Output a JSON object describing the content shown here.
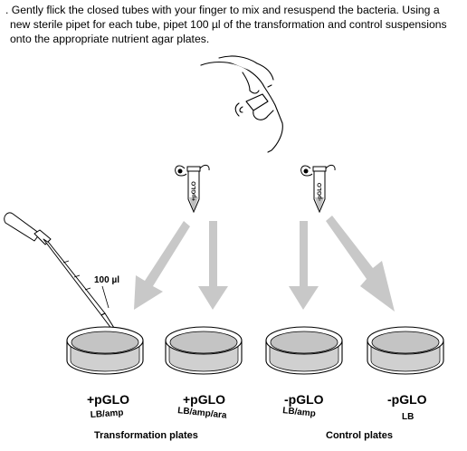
{
  "instruction": {
    "lines": [
      ". Gently flick the closed tubes with your finger to mix and resuspend the bacteria. Using a",
      "new sterile pipet for each tube, pipet 100 µl of the transformation and control suspensions",
      "onto the appropriate nutrient agar plates."
    ]
  },
  "tubes": [
    {
      "label": "+pGLO"
    },
    {
      "label": "-pGLO"
    }
  ],
  "pipet_volume": "100 µl",
  "plates": [
    {
      "plasmid": "+pGLO",
      "medium": "LB/amp"
    },
    {
      "plasmid": "+pGLO",
      "medium": "LB/amp/ara"
    },
    {
      "plasmid": "-pGLO",
      "medium": "LB/amp"
    },
    {
      "plasmid": "-pGLO",
      "medium": "LB"
    }
  ],
  "groups": {
    "transformation": "Transformation plates",
    "control": "Control plates"
  }
}
